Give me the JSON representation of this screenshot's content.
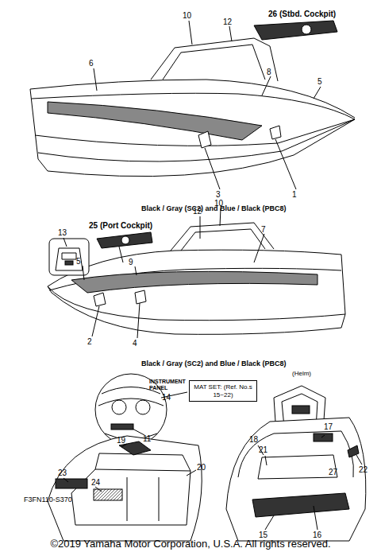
{
  "diagram": {
    "caption": "©2019 Yamaha Motor Corporation, U.S.A. All rights reserved.",
    "nodes": [
      {
        "text": [
          "MAT SET: (Ref. No.s 15~22)"
        ]
      }
    ],
    "labels": [
      "26",
      "(Stbd. Cockpit)",
      "10",
      "12",
      "6",
      "8",
      "5",
      "3",
      "1",
      "Black / Gray (SC2) and Blue / Black (PBC8)",
      "13",
      "25",
      "(Port Cockpit)",
      "12",
      "10",
      "7",
      "5",
      "9",
      "2",
      "4",
      "Black / Gray (SC2) and Blue / Black (PBC8)",
      "INSTRUMENT PANEL",
      "11",
      "14",
      "(Helm)",
      "19",
      "20",
      "23",
      "24",
      "18",
      "21",
      "17",
      "22",
      "27",
      "15",
      "16",
      "F3FN110-S370"
    ]
  }
}
